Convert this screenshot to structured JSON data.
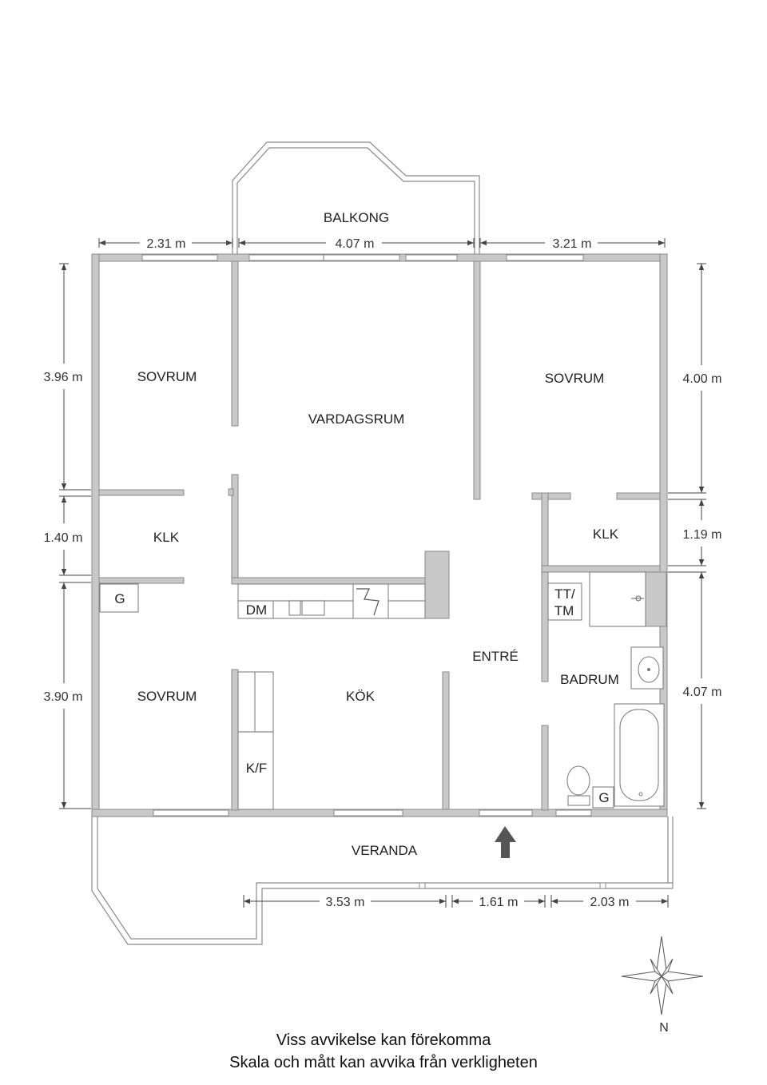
{
  "rooms": {
    "balkong": "BALKONG",
    "sovrum_tl": "SOVRUM",
    "vardagsrum": "VARDAGSRUM",
    "sovrum_tr": "SOVRUM",
    "klk_left": "KLK",
    "klk_right": "KLK",
    "g_left": "G",
    "dm": "DM",
    "tt_tm_1": "TT/",
    "tt_tm_2": "TM",
    "entre": "ENTRÉ",
    "badrum": "BADRUM",
    "sovrum_bl": "SOVRUM",
    "kok": "KÖK",
    "kf": "K/F",
    "g_bath": "G",
    "veranda": "VERANDA"
  },
  "dimensions": {
    "top_left": "2.31 m",
    "top_mid": "4.07 m",
    "top_right": "3.21 m",
    "left_1": "3.96 m",
    "left_2": "1.40 m",
    "left_3": "3.90 m",
    "right_1": "4.00 m",
    "right_2": "1.19 m",
    "right_3": "4.07 m",
    "bottom_1": "3.53 m",
    "bottom_2": "1.61 m",
    "bottom_3": "2.03 m"
  },
  "compass": {
    "north": "N"
  },
  "notes": {
    "line1": "Viss avvikelse kan förekomma",
    "line2": "Skala och mått kan avvika från verkligheten"
  },
  "colors": {
    "wall": "#c8c8c8",
    "outline": "#8a8a8a",
    "arrow": "#555555"
  }
}
